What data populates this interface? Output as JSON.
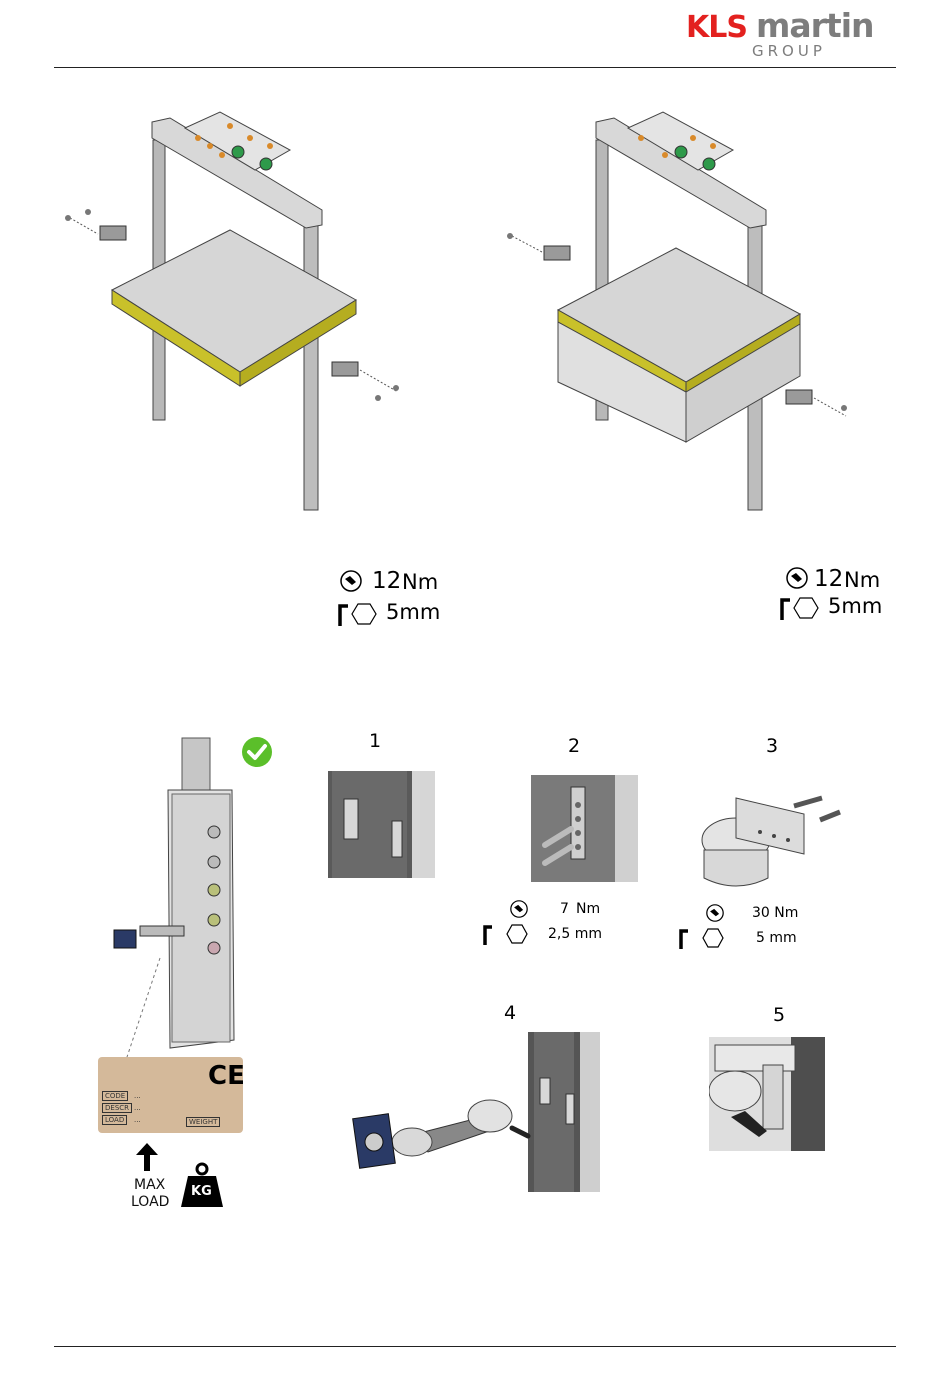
{
  "header": {
    "logo_kls": "KLS",
    "logo_martin": "martin",
    "logo_group": "GROUP"
  },
  "top_specs": {
    "left": {
      "torque": "12",
      "torque_unit": "Nm",
      "hex_size": "5mm"
    },
    "right": {
      "torque": "12",
      "torque_unit": "Nm",
      "hex_size": "5mm"
    }
  },
  "steps": {
    "s1": "1",
    "s2": "2",
    "s3": "3",
    "s4": "4",
    "s5": "5"
  },
  "step2_specs": {
    "torque": "7",
    "torque_unit": "Nm",
    "hex_size": "2,5 mm"
  },
  "step3_specs": {
    "torque": "30 Nm",
    "hex_size": "5 mm"
  },
  "type_label": {
    "ce_mark": "CE",
    "code": "CODE",
    "descr": "DESCR",
    "load": "LOAD",
    "weight": "WEIGHT",
    "dots": "..."
  },
  "max_load": {
    "line1": "MAX",
    "line2": "LOAD",
    "weight_icon": "KG"
  },
  "icons": {
    "torque": "torque-wrench-icon",
    "hex": "hex-key-icon",
    "check": "check-icon",
    "weight": "weight-icon",
    "arrow": "arrow-up-icon"
  },
  "colors": {
    "brand_red": "#e3211f",
    "brand_grey": "#7d7d7d",
    "check_green": "#5bbf2a",
    "shelf_yellow": "#c9c12a",
    "monitor_blue": "#2a3a66"
  }
}
